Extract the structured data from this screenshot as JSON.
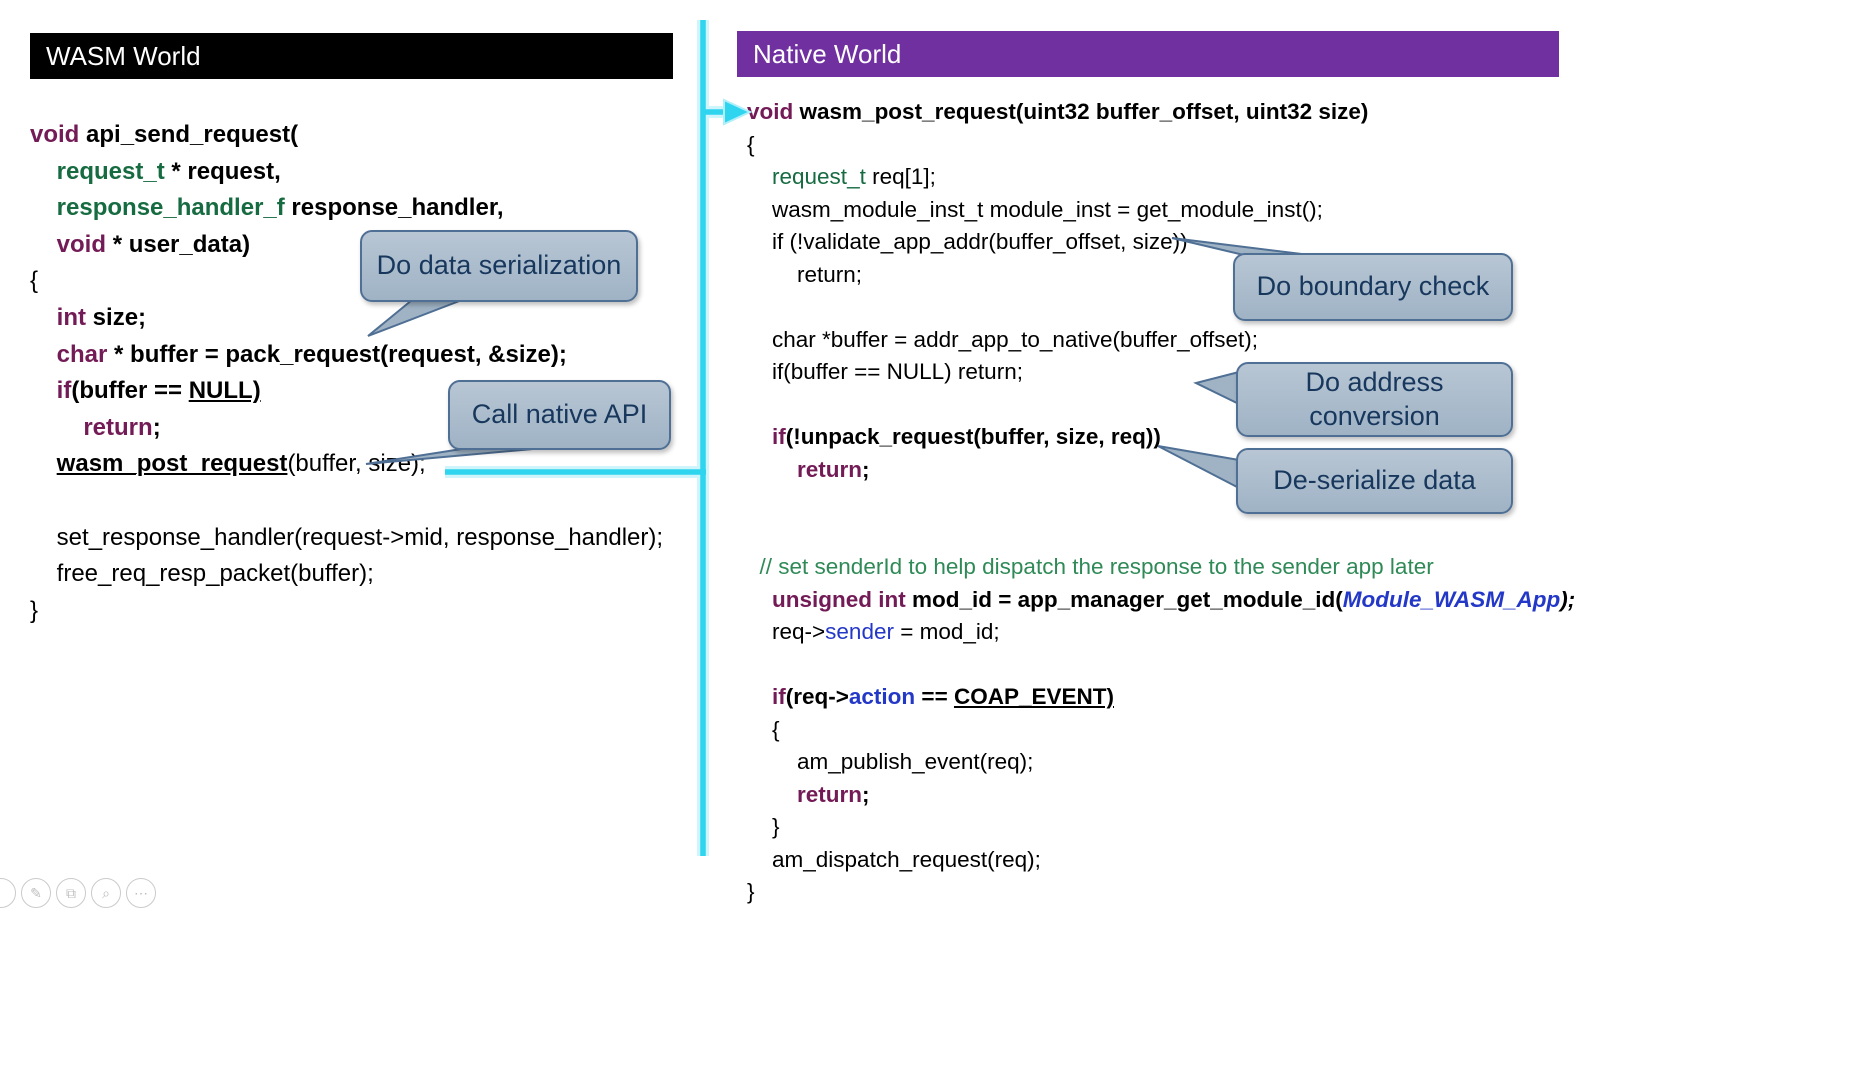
{
  "colors": {
    "header-black": "#000000",
    "header-purple": "#7030a0",
    "keyword": "#731b56",
    "type": "#166b41",
    "comment": "#2f8a57",
    "ident": "#2438c8",
    "arrow": "#2fd4ee",
    "arrow-glow": "#aeeffa",
    "bubble-fill-top": "#b8c6d4",
    "bubble-fill-bottom": "#9fb3c5",
    "bubble-border": "#4f6f94",
    "bubble-text": "#17375d"
  },
  "wasm_panel": {
    "header": "WASM World",
    "callouts": [
      {
        "text": "Do data serialization"
      },
      {
        "text": "Call native API"
      }
    ],
    "code": [
      [
        {
          "t": "void ",
          "c": "kw",
          "b": 1
        },
        {
          "t": "api_send_request(",
          "b": 1
        }
      ],
      [
        {
          "t": "    "
        },
        {
          "t": "request_t ",
          "c": "ty",
          "b": 1
        },
        {
          "t": "* request,",
          "b": 1
        }
      ],
      [
        {
          "t": "    "
        },
        {
          "t": "response_handler_f ",
          "c": "ty",
          "b": 1
        },
        {
          "t": "response_handler,",
          "b": 1
        }
      ],
      [
        {
          "t": "    "
        },
        {
          "t": "void ",
          "c": "kw",
          "b": 1
        },
        {
          "t": "* user_data)",
          "b": 1
        }
      ],
      [
        {
          "t": "{"
        }
      ],
      [
        {
          "t": "    "
        },
        {
          "t": "int ",
          "c": "kw",
          "b": 1
        },
        {
          "t": "size;",
          "b": 1
        }
      ],
      [
        {
          "t": "    "
        },
        {
          "t": "char ",
          "c": "kw",
          "b": 1
        },
        {
          "t": "* buffer = pack_request(request, &size);",
          "b": 1
        }
      ],
      [
        {
          "t": "    "
        },
        {
          "t": "if",
          "c": "kw",
          "b": 1
        },
        {
          "t": "(buffer == ",
          "b": 1
        },
        {
          "t": "NULL)",
          "b": 1,
          "u": 1
        }
      ],
      [
        {
          "t": "        "
        },
        {
          "t": "return",
          "c": "kw",
          "b": 1
        },
        {
          "t": ";",
          "b": 1
        }
      ],
      [
        {
          "t": "    "
        },
        {
          "t": "wasm_post_request",
          "b": 1,
          "u": 1
        },
        {
          "t": "(buffer, size);"
        }
      ],
      [],
      [
        {
          "t": "    set_response_handler(request->mid, response_handler);"
        }
      ],
      [
        {
          "t": "    free_req_resp_packet(buffer);"
        }
      ],
      [
        {
          "t": "}"
        }
      ]
    ]
  },
  "native_panel": {
    "header": "Native World",
    "callouts": [
      {
        "text": "Do boundary check"
      },
      {
        "text": "Do address conversion"
      },
      {
        "text": "De-serialize data"
      }
    ],
    "code": [
      [
        {
          "t": "void ",
          "c": "kw",
          "b": 1
        },
        {
          "t": "wasm_post_request(uint32 buffer_offset, uint32 size)",
          "b": 1
        }
      ],
      [
        {
          "t": "{"
        }
      ],
      [
        {
          "t": "    "
        },
        {
          "t": "request_t ",
          "c": "ty"
        },
        {
          "t": "req[1];"
        }
      ],
      [
        {
          "t": "    wasm_module_inst_t module_inst = get_module_inst();"
        }
      ],
      [
        {
          "t": "    if (!validate_app_addr(buffer_offset, size))"
        }
      ],
      [
        {
          "t": "        return;"
        }
      ],
      [],
      [
        {
          "t": "    char *buffer = addr_app_to_native(buffer_offset);"
        }
      ],
      [
        {
          "t": "    if(buffer == NULL) return;"
        }
      ],
      [],
      [
        {
          "t": "    "
        },
        {
          "t": "if",
          "c": "kw",
          "b": 1
        },
        {
          "t": "(!unpack_request(buffer, size, req))",
          "b": 1
        }
      ],
      [
        {
          "t": "        "
        },
        {
          "t": "return",
          "c": "kw",
          "b": 1
        },
        {
          "t": ";",
          "b": 1
        }
      ],
      [],
      [],
      [
        {
          "t": "  "
        },
        {
          "t": "// set senderId to help dispatch the response to the sender app later",
          "c": "cm"
        }
      ],
      [
        {
          "t": "    "
        },
        {
          "t": "unsigned int ",
          "c": "kw",
          "b": 1
        },
        {
          "t": "mod_id = app_manager_get_module_id(",
          "b": 1
        },
        {
          "t": "Module_WASM_App",
          "c": "id",
          "b": 1,
          "i": 1
        },
        {
          "t": ");",
          "b": 1,
          "i": 1
        }
      ],
      [
        {
          "t": "    req->"
        },
        {
          "t": "sender",
          "c": "id"
        },
        {
          "t": " = mod_id;"
        }
      ],
      [],
      [
        {
          "t": "    "
        },
        {
          "t": "if",
          "c": "kw",
          "b": 1
        },
        {
          "t": "(req->",
          "b": 1
        },
        {
          "t": "action",
          "c": "id",
          "b": 1
        },
        {
          "t": " == ",
          "b": 1
        },
        {
          "t": "COAP_EVENT)",
          "b": 1,
          "u": 1
        }
      ],
      [
        {
          "t": "    {"
        }
      ],
      [
        {
          "t": "        am_publish_event(req);"
        }
      ],
      [
        {
          "t": "        "
        },
        {
          "t": "return",
          "c": "kw",
          "b": 1
        },
        {
          "t": ";",
          "b": 1
        }
      ],
      [
        {
          "t": "    }"
        }
      ],
      [
        {
          "t": "    am_dispatch_request(req);"
        }
      ],
      [
        {
          "t": "}"
        }
      ]
    ]
  },
  "toolbar": {
    "buttons": [
      {
        "name": "edge-control",
        "glyph": ""
      },
      {
        "name": "pen",
        "glyph": "✎"
      },
      {
        "name": "duplicate",
        "glyph": "⧉"
      },
      {
        "name": "magnifier",
        "glyph": "⌕"
      },
      {
        "name": "more",
        "glyph": "⋯"
      }
    ]
  }
}
